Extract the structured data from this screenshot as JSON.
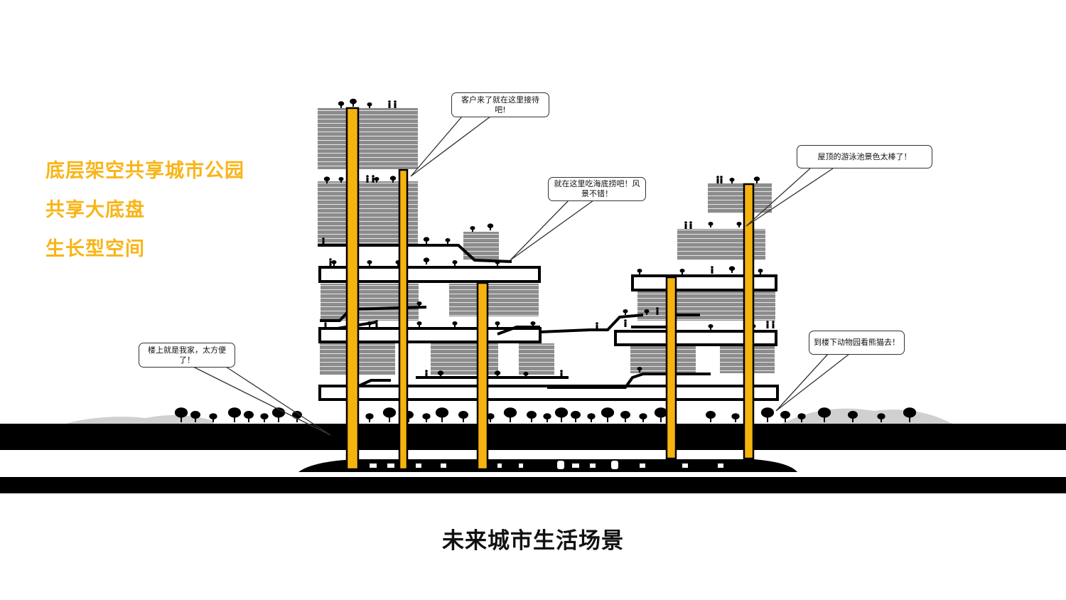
{
  "headlines": [
    "底层架空共享城市公园",
    "共享大底盘",
    "生长型空间"
  ],
  "caption": "未来城市生活场景",
  "bubbles": {
    "reception": "客户来了就在这里接待吧!",
    "hotpot": "就在这里吃海底捞吧！风景不错！",
    "pool": "屋顶的游泳池景色太棒了！",
    "home": "楼上就是我家，太方便了！",
    "zoo": "到楼下动物园看熊猫去！"
  },
  "colors": {
    "accent": "#f8b518",
    "column": "#f6b30f",
    "building": "#8c8c8c",
    "ground": "#000000",
    "hill": "#cfcfcf"
  }
}
